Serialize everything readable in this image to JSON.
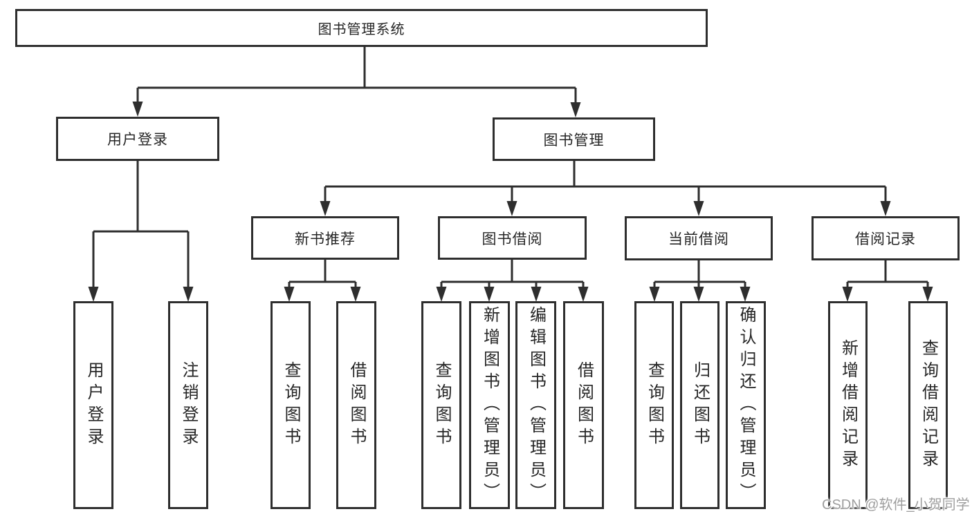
{
  "diagram": {
    "root": {
      "label": "图书管理系统"
    },
    "level2": {
      "user_login": {
        "label": "用户登录"
      },
      "book_management": {
        "label": "图书管理"
      }
    },
    "level3": {
      "new_book_recommendation": {
        "label": "新书推荐"
      },
      "book_borrowing": {
        "label": "图书借阅"
      },
      "current_borrowing": {
        "label": "当前借阅"
      },
      "borrowing_records": {
        "label": "借阅记录"
      }
    },
    "leaves": {
      "login": [
        "用户登录",
        "注销登录"
      ],
      "recommend": [
        "查询图书",
        "借阅图书"
      ],
      "borrow": [
        "查询图书",
        "新增图书（管理员）",
        "编辑图书（管理员）",
        "借阅图书"
      ],
      "current": [
        "查询图书",
        "归还图书",
        "确认归还（管理员）"
      ],
      "records": [
        "新增借阅记录",
        "查询借阅记录"
      ]
    }
  },
  "watermark": "CSDN @软件_小贺同学",
  "colors": {
    "line": "#2e2e2e",
    "text": "#262626",
    "box_background": "#ffffff",
    "page_background": "#ffffff",
    "watermark": "#9e9e9e"
  }
}
